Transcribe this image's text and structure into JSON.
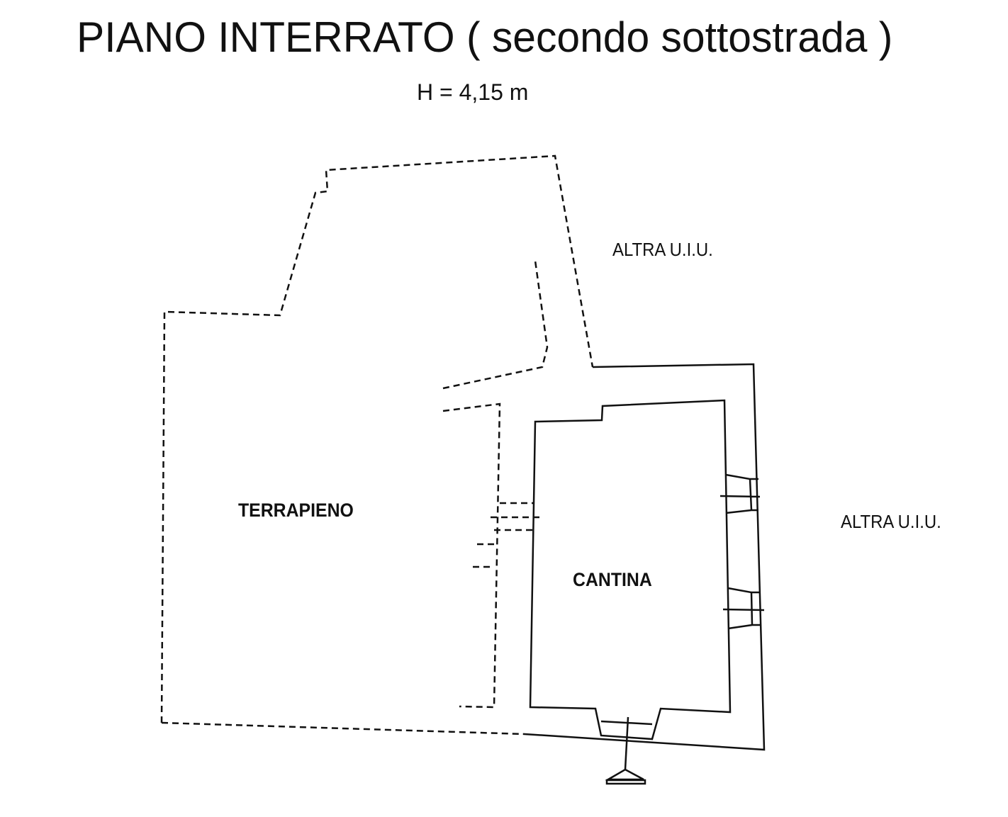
{
  "title": "PIANO INTERRATO ( secondo sottostrada )",
  "height_label": "H = 4,15 m",
  "rooms": {
    "terrapieno": "TERRAPIENO",
    "cantina": "CANTINA"
  },
  "neighbors": {
    "top": "ALTRA U.I.U.",
    "right": "ALTRA U.I.U."
  },
  "colors": {
    "ink": "#111111",
    "paper": "#ffffff"
  }
}
